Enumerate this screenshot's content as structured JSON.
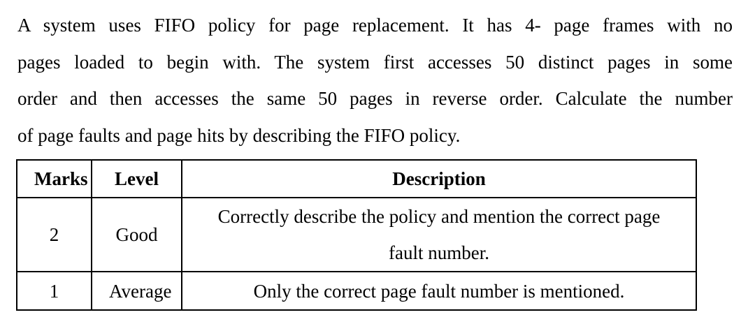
{
  "question": {
    "lines": [
      "A system uses FIFO policy for page replacement. It has 4- page frames with no",
      "pages loaded to begin with. The system first accesses 50 distinct pages in some",
      "order and then accesses the same 50 pages in reverse order. Calculate the number",
      "of page faults and page hits by describing the FIFO policy."
    ]
  },
  "rubric_table": {
    "headers": {
      "marks": "Marks",
      "level": "Level",
      "description": "Description"
    },
    "rows": [
      {
        "marks": "2",
        "level": "Good",
        "description": "Correctly describe the policy and mention the correct page fault number."
      },
      {
        "marks": "1",
        "level": "Average",
        "description": "Only the correct page fault number is mentioned."
      }
    ]
  },
  "colors": {
    "text": "#000000",
    "background": "#ffffff",
    "table_border": "#000000"
  }
}
